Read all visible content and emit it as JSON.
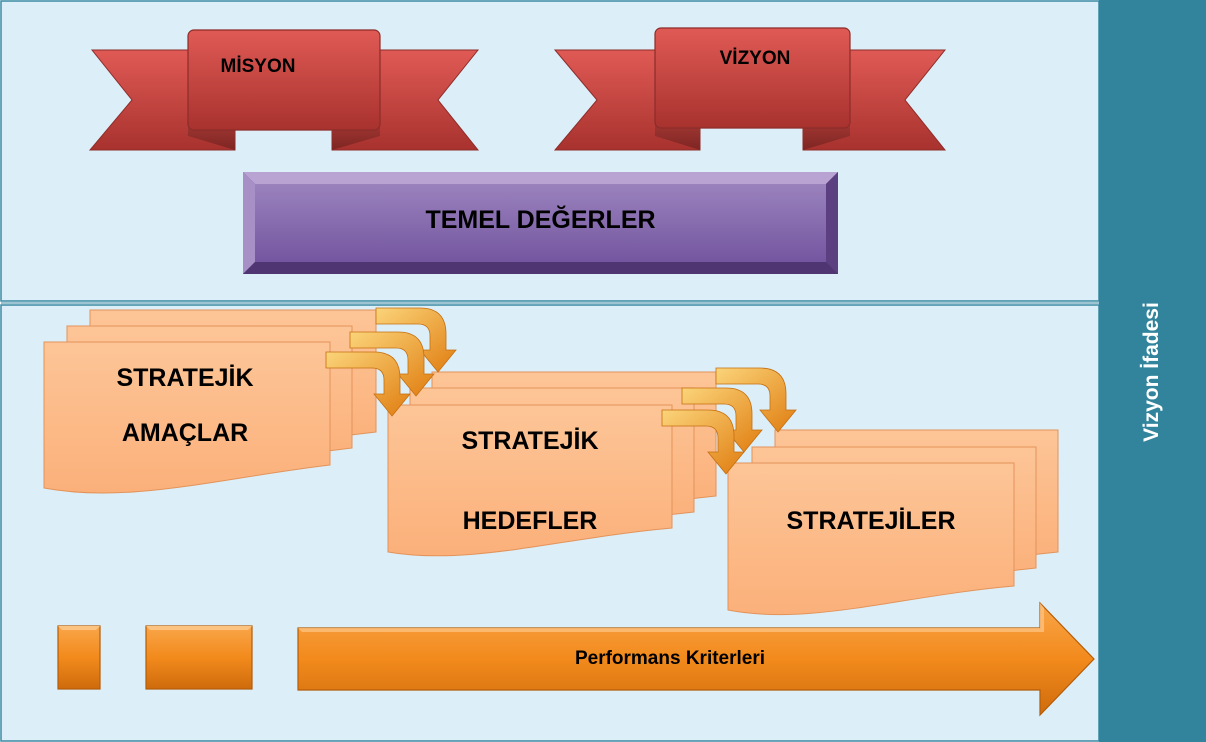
{
  "side_label": "Vizyon İfadesi",
  "banners": {
    "mission": "MİSYON",
    "vision": "VİZYON"
  },
  "core_values": "TEMEL DEĞERLER",
  "stacks": {
    "goals": {
      "line1": "STRATEJİK",
      "line2": "AMAÇLAR"
    },
    "targets": {
      "line1": "STRATEJİK",
      "line2": "HEDEFLER"
    },
    "strategies": {
      "line1": "STRATEJİLER"
    }
  },
  "performance_arrow": "Performans Kriterleri",
  "colors": {
    "panel_bg": "#dceef7",
    "panel_border": "#3a8aa3",
    "side_bar": "#31849b",
    "banner_red": "#c0504d",
    "core_values_purple": "#8064a2",
    "doc_orange": "#fbb57a",
    "arrow_orange": "#f28a1c"
  }
}
